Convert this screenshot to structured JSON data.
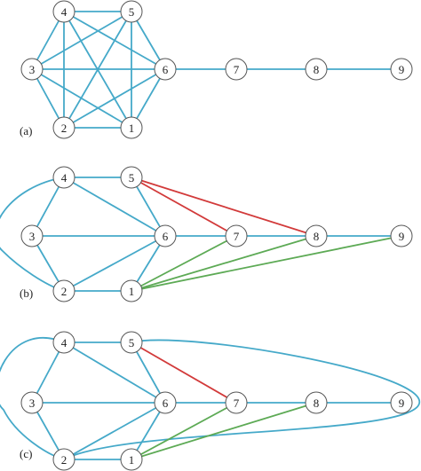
{
  "colors": {
    "edge_blue": "#45A9C9",
    "edge_red": "#D23A3A",
    "edge_green": "#5DAA55",
    "node_stroke": "#555555",
    "node_fill": "#FFFFFF"
  },
  "panels": [
    {
      "id": "a",
      "label": "(a)",
      "nodes": [
        "1",
        "2",
        "3",
        "4",
        "5",
        "6",
        "7",
        "8",
        "9"
      ],
      "edges": [
        {
          "from": "4",
          "to": "5",
          "color": "blue"
        },
        {
          "from": "4",
          "to": "3",
          "color": "blue"
        },
        {
          "from": "4",
          "to": "6",
          "color": "blue"
        },
        {
          "from": "4",
          "to": "2",
          "color": "blue"
        },
        {
          "from": "4",
          "to": "1",
          "color": "blue"
        },
        {
          "from": "5",
          "to": "3",
          "color": "blue"
        },
        {
          "from": "5",
          "to": "6",
          "color": "blue"
        },
        {
          "from": "5",
          "to": "2",
          "color": "blue"
        },
        {
          "from": "5",
          "to": "1",
          "color": "blue"
        },
        {
          "from": "3",
          "to": "6",
          "color": "blue"
        },
        {
          "from": "3",
          "to": "2",
          "color": "blue"
        },
        {
          "from": "3",
          "to": "1",
          "color": "blue"
        },
        {
          "from": "6",
          "to": "2",
          "color": "blue"
        },
        {
          "from": "6",
          "to": "1",
          "color": "blue"
        },
        {
          "from": "2",
          "to": "1",
          "color": "blue"
        },
        {
          "from": "6",
          "to": "7",
          "color": "blue"
        },
        {
          "from": "7",
          "to": "8",
          "color": "blue"
        },
        {
          "from": "8",
          "to": "9",
          "color": "blue"
        }
      ]
    },
    {
      "id": "b",
      "label": "(b)",
      "nodes": [
        "1",
        "2",
        "3",
        "4",
        "5",
        "6",
        "7",
        "8",
        "9"
      ],
      "edges": [
        {
          "from": "4",
          "to": "5",
          "color": "blue"
        },
        {
          "from": "4",
          "to": "3",
          "color": "blue"
        },
        {
          "from": "4",
          "to": "6",
          "color": "blue"
        },
        {
          "from": "4",
          "to": "2",
          "color": "blue",
          "curved": true
        },
        {
          "from": "5",
          "to": "6",
          "color": "blue"
        },
        {
          "from": "3",
          "to": "6",
          "color": "blue"
        },
        {
          "from": "3",
          "to": "2",
          "color": "blue"
        },
        {
          "from": "6",
          "to": "2",
          "color": "blue"
        },
        {
          "from": "6",
          "to": "1",
          "color": "blue"
        },
        {
          "from": "2",
          "to": "1",
          "color": "blue"
        },
        {
          "from": "6",
          "to": "7",
          "color": "blue"
        },
        {
          "from": "7",
          "to": "8",
          "color": "blue"
        },
        {
          "from": "8",
          "to": "9",
          "color": "blue"
        },
        {
          "from": "5",
          "to": "7",
          "color": "red"
        },
        {
          "from": "5",
          "to": "8",
          "color": "red"
        },
        {
          "from": "1",
          "to": "7",
          "color": "green"
        },
        {
          "from": "1",
          "to": "8",
          "color": "green"
        },
        {
          "from": "1",
          "to": "9",
          "color": "green"
        }
      ]
    },
    {
      "id": "c",
      "label": "(c)",
      "nodes": [
        "1",
        "2",
        "3",
        "4",
        "5",
        "6",
        "7",
        "8",
        "9"
      ],
      "edges": [
        {
          "from": "4",
          "to": "5",
          "color": "blue"
        },
        {
          "from": "4",
          "to": "3",
          "color": "blue"
        },
        {
          "from": "4",
          "to": "6",
          "color": "blue"
        },
        {
          "from": "4",
          "to": "2",
          "color": "blue",
          "curved": true
        },
        {
          "from": "5",
          "to": "6",
          "color": "blue"
        },
        {
          "from": "3",
          "to": "6",
          "color": "blue"
        },
        {
          "from": "3",
          "to": "2",
          "color": "blue"
        },
        {
          "from": "6",
          "to": "2",
          "color": "blue"
        },
        {
          "from": "6",
          "to": "1",
          "color": "blue"
        },
        {
          "from": "2",
          "to": "1",
          "color": "blue"
        },
        {
          "from": "6",
          "to": "7",
          "color": "blue"
        },
        {
          "from": "7",
          "to": "8",
          "color": "blue"
        },
        {
          "from": "8",
          "to": "9",
          "color": "blue"
        },
        {
          "from": "5",
          "to": "2",
          "color": "blue",
          "curved": true,
          "loop": "outer"
        },
        {
          "from": "5",
          "to": "7",
          "color": "red"
        },
        {
          "from": "1",
          "to": "7",
          "color": "green"
        },
        {
          "from": "1",
          "to": "8",
          "color": "green"
        }
      ]
    }
  ]
}
